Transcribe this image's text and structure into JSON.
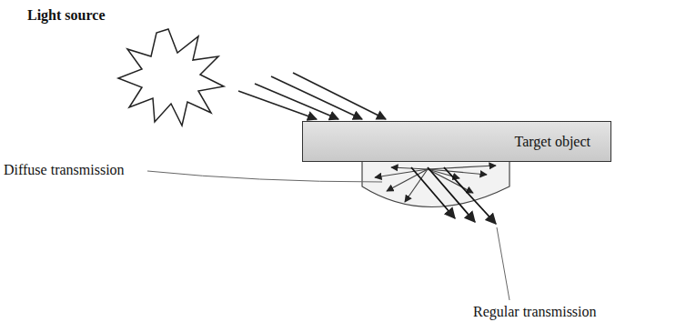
{
  "diagram": {
    "nodes": [
      {
        "text": [
          "Target object"
        ]
      }
    ],
    "labels": [
      "Light source",
      "Diffuse transmission",
      "Regular transmission"
    ]
  }
}
